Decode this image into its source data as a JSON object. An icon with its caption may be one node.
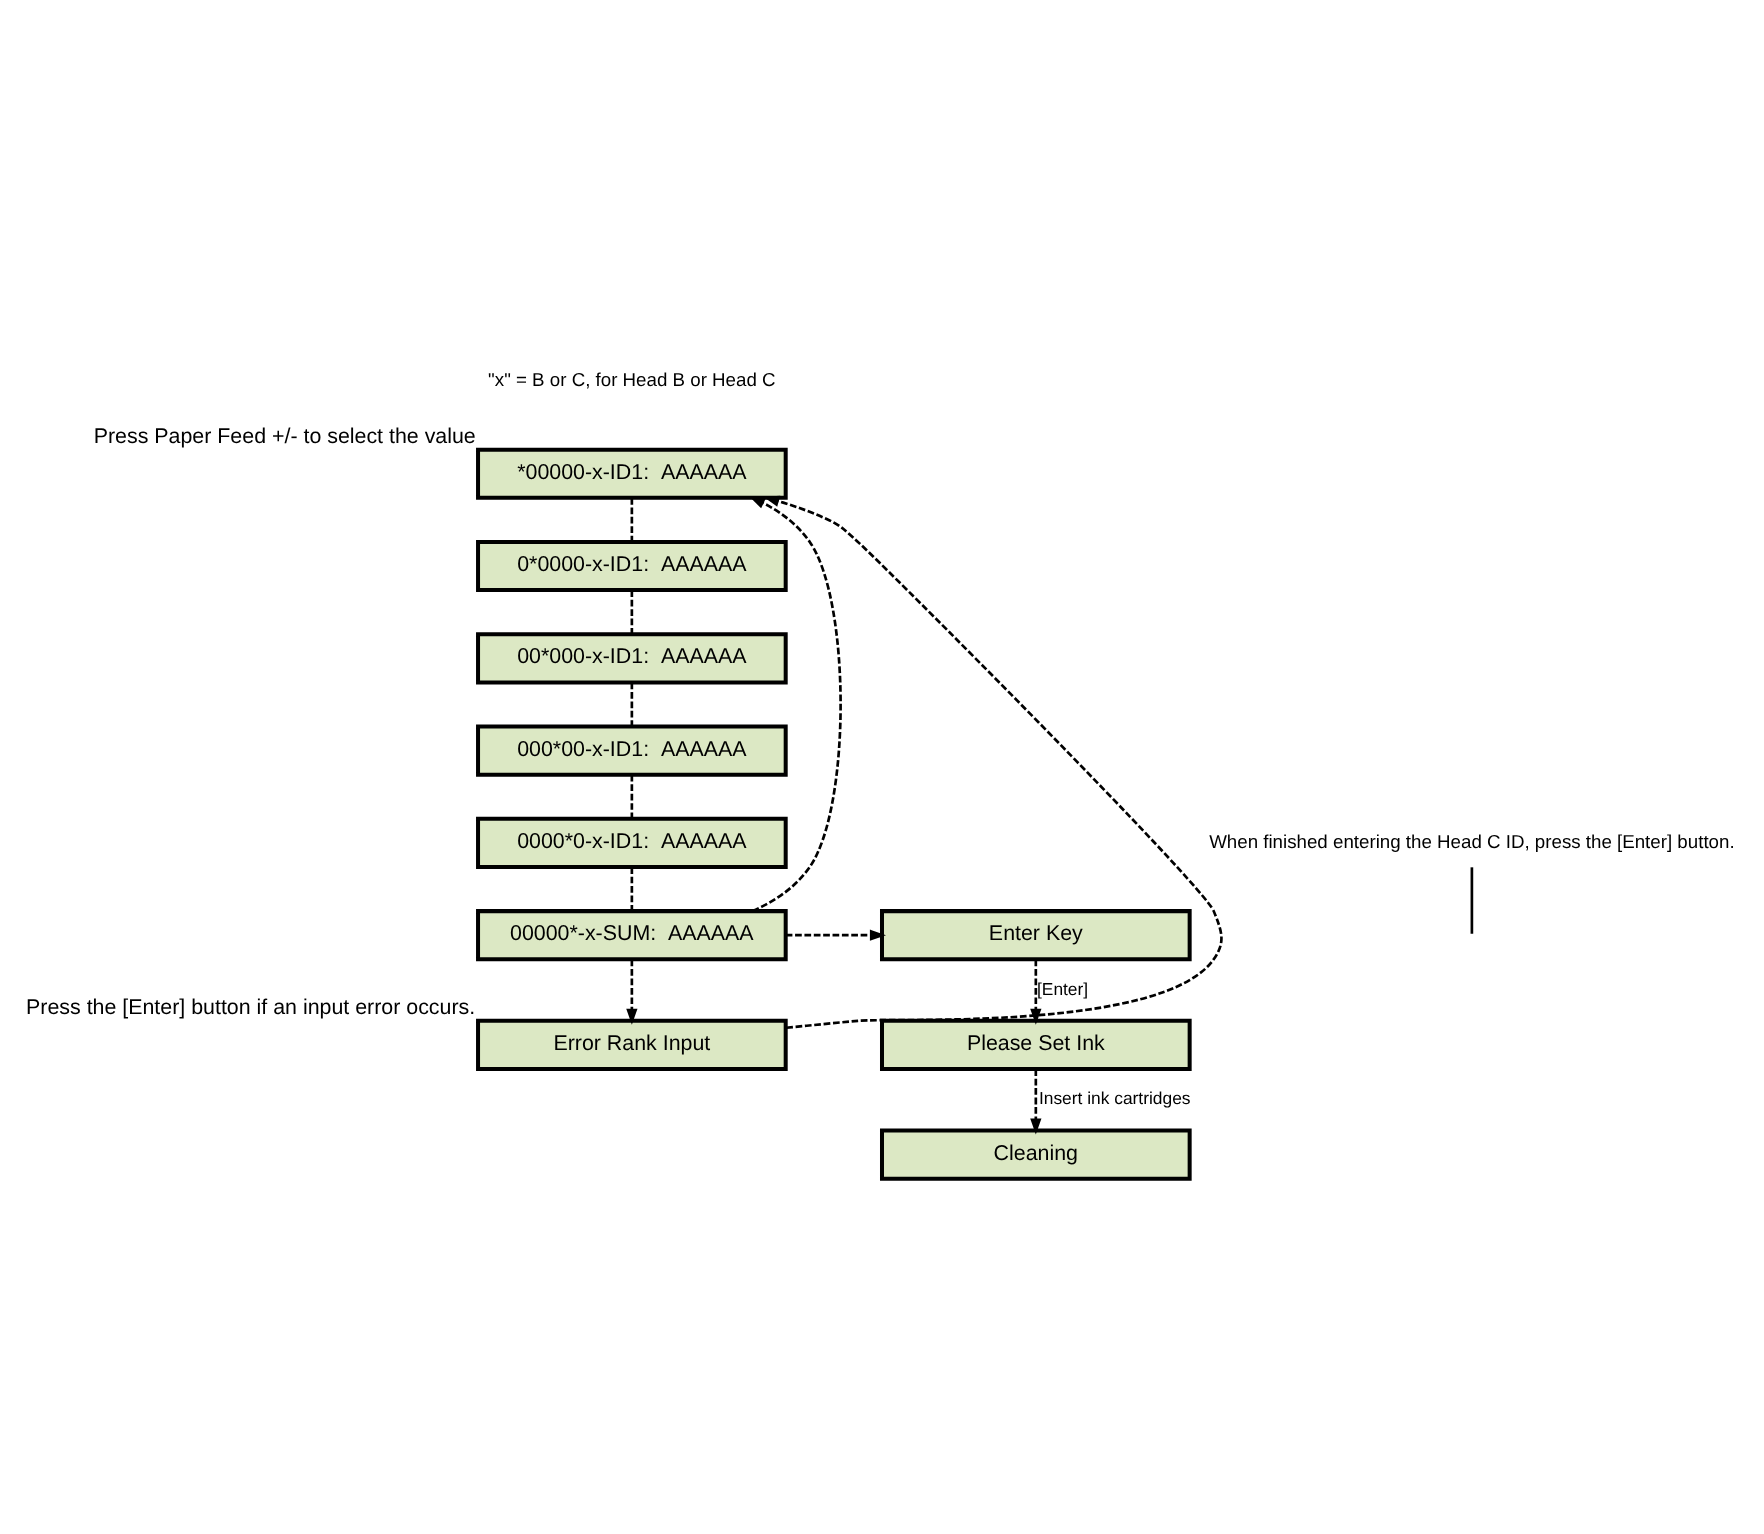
{
  "diagram": {
    "nodes": [
      {
        "text": [
          "*00000-x-ID1:  AAAAAA"
        ],
        "beside": [
          "Press Paper Feed +/- to select the value"
        ]
      },
      {
        "text": [
          "0*0000-x-ID1:  AAAAAA"
        ]
      },
      {
        "text": [
          "00*000-x-ID1:  AAAAAA"
        ]
      },
      {
        "text": [
          "000*00-x-ID1:  AAAAAA"
        ]
      },
      {
        "text": [
          "0000*0-x-ID1:  AAAAAA"
        ]
      },
      {
        "text": [
          "00000*-x-SUM:  AAAAAA"
        ]
      },
      {
        "text": [
          "Enter Key"
        ]
      },
      {
        "text": [
          "Please Set Ink"
        ]
      },
      {
        "text": [
          "Cleaning"
        ]
      },
      {
        "text": [
          "Error Rank Input"
        ],
        "beside": [
          "Press the [Enter] button if an input error occurs."
        ]
      },
      {
        "text": [
          "When finished entering the Head C ID, press the [Enter] button."
        ]
      }
    ],
    "edges": [
      {
        "from": 0,
        "to": 1,
        "arrow": "none",
        "style": "dashed"
      },
      {
        "from": 1,
        "to": 2,
        "arrow": "none",
        "style": "dashed"
      },
      {
        "from": 2,
        "to": 3,
        "arrow": "none",
        "style": "dashed"
      },
      {
        "from": 3,
        "to": 4,
        "arrow": "none",
        "style": "dashed"
      },
      {
        "from": 4,
        "to": 5,
        "arrow": "none",
        "style": "dashed"
      },
      {
        "from": 5,
        "to": 6,
        "arrow": "to",
        "style": "dashed"
      },
      {
        "from": 6,
        "to": 7,
        "label": "[Enter]",
        "arrow": "to",
        "style": "dashed"
      },
      {
        "from": 7,
        "to": 8,
        "label": "Insert ink cartridges",
        "arrow": "to",
        "style": "dashed"
      },
      {
        "from": 5,
        "to": 9,
        "arrow": "to",
        "style": "dashed"
      },
      {
        "from": 5,
        "to": 0,
        "arrow": "to",
        "style": "dashed"
      },
      {
        "from": 9,
        "to": 0,
        "arrow": "to",
        "style": "dashed"
      },
      {
        "from": 10,
        "to": null,
        "arrow": "none"
      }
    ],
    "labels": [
      "\"x\" = B or C, for Head B or Head C"
    ]
  }
}
